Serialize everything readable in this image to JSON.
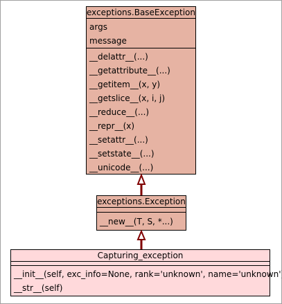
{
  "base": {
    "name": "exceptions.BaseException",
    "attributes": [
      "args",
      "message"
    ],
    "methods": [
      "__delattr__(...)",
      "__getattribute__(...)",
      "__getitem__(x, y)",
      "__getslice__(x, i, j)",
      "__reduce__(...)",
      "__repr__(x)",
      "__setattr__(...)",
      "__setstate__(...)",
      "__unicode__(...)"
    ]
  },
  "exception": {
    "name": "exceptions.Exception",
    "attributes": [],
    "methods": [
      "__new__(T, S, *...)"
    ]
  },
  "capturing": {
    "name": "Capturing_exception",
    "attributes": [],
    "methods": [
      "__init__(self, exc_info=None, rank='unknown', name='unknown')",
      "__str__(self)"
    ]
  },
  "colors": {
    "base_fill": "#e6b3a3",
    "capturing_fill": "#ffd9db",
    "arrow": "#800000"
  }
}
